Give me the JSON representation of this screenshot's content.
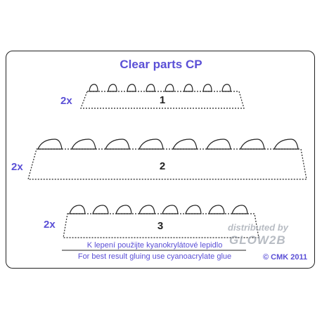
{
  "title": "Clear parts CP",
  "sets": [
    {
      "multiplier": "2x",
      "number": "1"
    },
    {
      "multiplier": "2x",
      "number": "2"
    },
    {
      "multiplier": "2x",
      "number": "3"
    }
  ],
  "notes": {
    "line1": "K lepení použijte kyanokrylátové lepidlo",
    "line2": "For best result gluing use cyanoacrylate glue"
  },
  "copyright": "© CMK 2011",
  "watermark": {
    "line1": "distributed by",
    "line2": "GLOW2B"
  },
  "colors": {
    "accent": "#5a4fd6",
    "outline": "#222222"
  }
}
